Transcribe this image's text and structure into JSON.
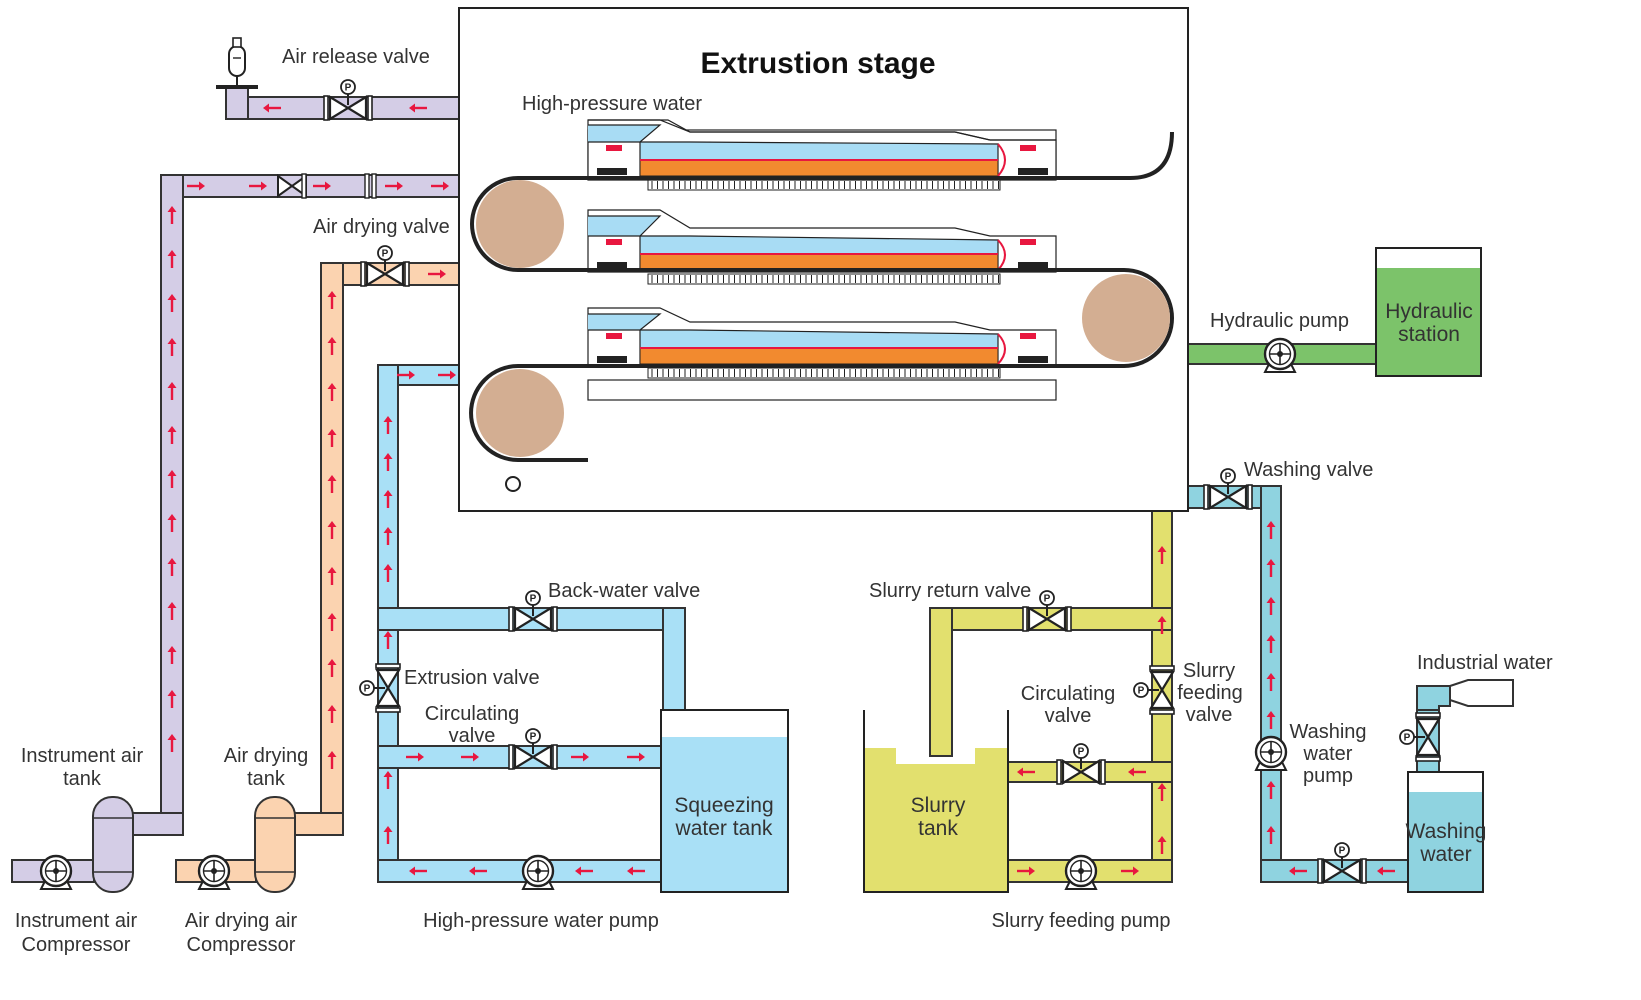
{
  "title": "Extrustion stage",
  "labels": {
    "air_release_valve": "Air release valve",
    "high_pressure_water": "High-pressure water",
    "air_drying_valve": "Air drying valve",
    "hydraulic_pump": "Hydraulic pump",
    "hydraulic_station_1": "Hydraulic",
    "hydraulic_station_2": "station",
    "washing_valve": "Washing valve",
    "back_water_valve": "Back-water valve",
    "slurry_return_valve": "Slurry return valve",
    "extrusion_valve": "Extrusion valve",
    "circulating_valve_1": "Circulating",
    "circulating_valve_2": "valve",
    "slurry_feeding_valve_1": "Slurry",
    "slurry_feeding_valve_2": "feeding",
    "slurry_feeding_valve_3": "valve",
    "industrial_water": "Industrial water",
    "washing_water_pump_1": "Washing",
    "washing_water_pump_2": "water",
    "washing_water_pump_3": "pump",
    "instrument_air_tank_1": "Instrument air",
    "instrument_air_tank_2": "tank",
    "air_drying_tank_1": "Air drying",
    "air_drying_tank_2": "tank",
    "squeezing_water_tank_1": "Squeezing",
    "squeezing_water_tank_2": "water tank",
    "slurry_tank_1": "Slurry",
    "slurry_tank_2": "tank",
    "washing_water_1": "Washing",
    "washing_water_2": "water",
    "instrument_air_compressor_1": "Instrument air",
    "instrument_air_compressor_2": "Compressor",
    "air_drying_compressor_1": "Air drying air",
    "air_drying_compressor_2": "Compressor",
    "high_pressure_water_pump": "High-pressure water pump",
    "slurry_feeding_pump": "Slurry feeding pump",
    "pressure_mark": "P"
  },
  "colors": {
    "air_line": "#d4cde6",
    "air_drying_line": "#fbd3b0",
    "water_line": "#a9e0f6",
    "slurry_line": "#e2e06e",
    "hydraulic_line": "#7cc36a",
    "washing_line": "#8fd3e0",
    "flow_arrow": "#e8173f",
    "roller": "#d3ae92",
    "filter_cake": "#f28a2f",
    "filter_water": "#a8dcf4"
  }
}
